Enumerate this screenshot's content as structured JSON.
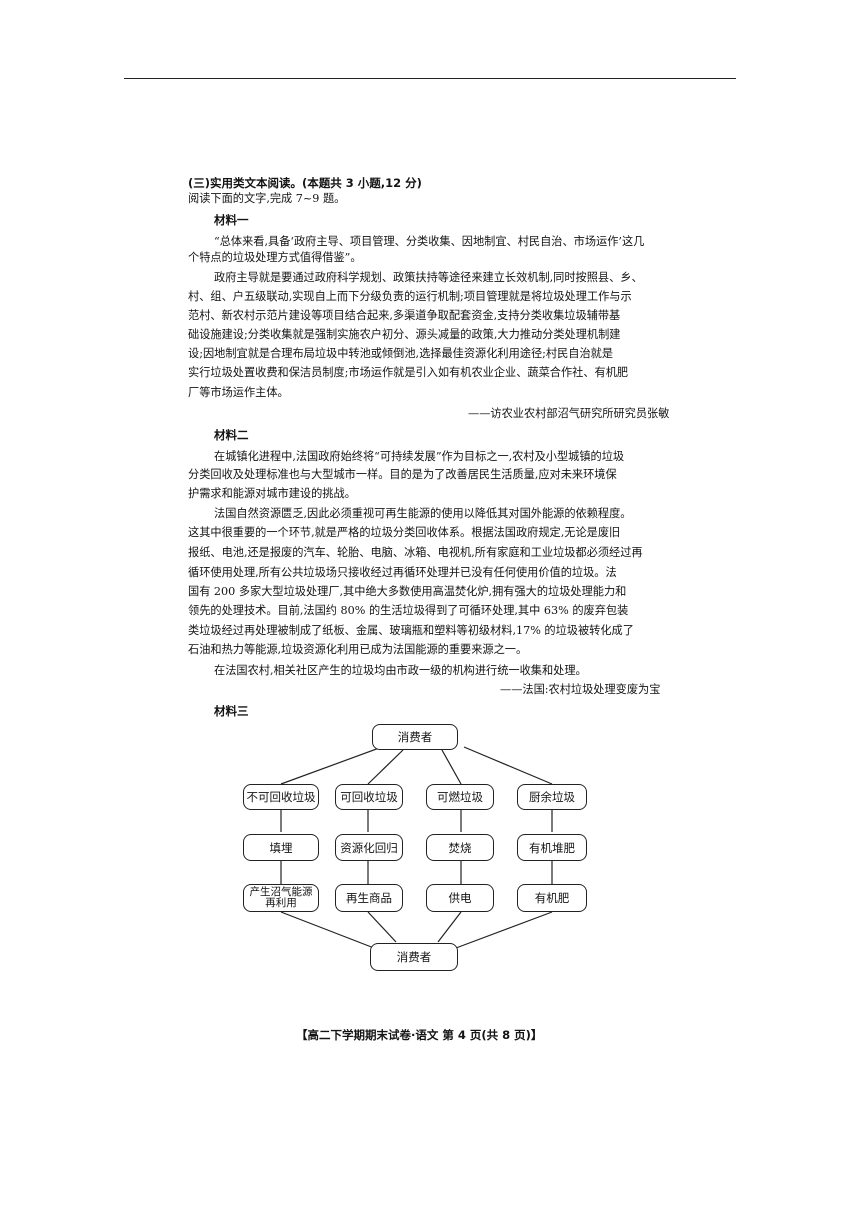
{
  "section": {
    "title": "(三)实用类文本阅读。(本题共 3 小题,12 分)",
    "instruction": "阅读下面的文字,完成 7~9 题。"
  },
  "material1": {
    "label": "材料一",
    "lines": [
      "“总体来看,具备‘政府主导、项目管理、分类收集、因地制宜、村民自治、市场运作’这几",
      "个特点的垃圾处理方式值得借鉴”。",
      "政府主导就是要通过政府科学规划、政策扶持等途径来建立长效机制,同时按照县、乡、",
      "村、组、户五级联动,实现自上而下分级负责的运行机制;项目管理就是将垃圾处理工作与示",
      "范村、新农村示范片建设等项目结合起来,多渠道争取配套资金,支持分类收集垃圾辅带基",
      "础设施建设;分类收集就是强制实施农户初分、源头减量的政策,大力推动分类处理机制建",
      "设;因地制宜就是合理布局垃圾中转池或倾倒池,选择最佳资源化利用途径;村民自治就是",
      "实行垃圾处置收费和保洁员制度;市场运作就是引入如有机农业企业、蔬菜合作社、有机肥",
      "厂等市场运作主体。"
    ],
    "source": "——访农业农村部沼气研究所研究员张敏"
  },
  "material2": {
    "label": "材料二",
    "lines": [
      "在城镇化进程中,法国政府始终将“可持续发展”作为目标之一,农村及小型城镇的垃圾",
      "分类回收及处理标准也与大型城市一样。目的是为了改善居民生活质量,应对未来环境保",
      "护需求和能源对城市建设的挑战。",
      "法国自然资源匮乏,因此必须重视可再生能源的使用以降低其对国外能源的依赖程度。",
      "这其中很重要的一个环节,就是严格的垃圾分类回收体系。根据法国政府规定,无论是废旧",
      "报纸、电池,还是报废的汽车、轮胎、电脑、冰箱、电视机,所有家庭和工业垃圾都必须经过再",
      "循环使用处理,所有公共垃圾场只接收经过再循环处理并已没有任何使用价值的垃圾。法",
      "国有 200 多家大型垃圾处理厂,其中绝大多数使用高温焚化炉,拥有强大的垃圾处理能力和",
      "领先的处理技术。目前,法国约 80% 的生活垃圾得到了可循环处理,其中 63% 的废弃包装",
      "类垃圾经过再处理被制成了纸板、金属、玻璃瓶和塑料等初级材料,17% 的垃圾被转化成了",
      "石油和热力等能源,垃圾资源化利用已成为法国能源的重要来源之一。",
      "在法国农村,相关社区产生的垃圾均由市政一级的机构进行统一收集和处理。"
    ],
    "source": "——法国:农村垃圾处理变废为宝"
  },
  "material3": {
    "label": "材料三",
    "diagram": {
      "top": "消费者",
      "categories": [
        "不可回收垃圾",
        "可回收垃圾",
        "可燃垃圾",
        "厨余垃圾"
      ],
      "processes": [
        "填埋",
        "资源化回归",
        "焚烧",
        "有机堆肥"
      ],
      "products": [
        "产生沼气能源再利用",
        "再生商品",
        "供电",
        "有机肥"
      ],
      "bottom": "消费者"
    }
  },
  "footer": "【高二下学期期末试卷·语文 第 4 页(共 8 页)】"
}
